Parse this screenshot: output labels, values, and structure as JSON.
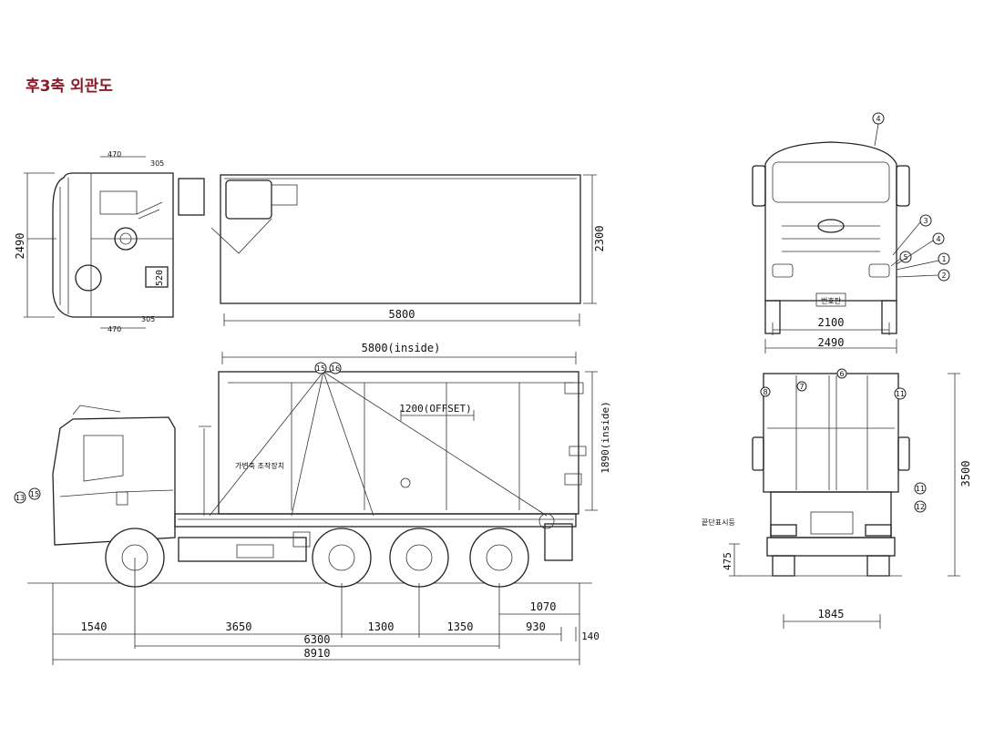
{
  "title": "후3축 외관도",
  "colors": {
    "title": "#8b1a2b",
    "line": "#222222"
  },
  "top_view": {
    "width_dim": "2490",
    "body_width_dim": "2300",
    "body_length_dim": "5800",
    "small_dim": "520",
    "tiny_dims": [
      "470",
      "305",
      "470",
      "305"
    ]
  },
  "side_view": {
    "inside_length": "5800(inside)",
    "offset": "1200(OFFSET)",
    "inside_height": "1890(inside)",
    "label_device": "가변축 조작장치",
    "dims": {
      "front_overhang": "1540",
      "wheelbase_1": "3650",
      "axle_1": "1300",
      "axle_2": "1350",
      "wheelbase": "6300",
      "overall": "8910",
      "rear_1070": "1070",
      "rear_930": "930",
      "rear_140": "140"
    },
    "bubbles": [
      "15",
      "16",
      "13",
      "15"
    ]
  },
  "front_view": {
    "track_dim": "2100",
    "width_dim": "2490",
    "plate": "번호판",
    "bubbles": [
      "4",
      "3",
      "4",
      "5",
      "1",
      "2"
    ]
  },
  "rear_view": {
    "height_dim": "3500",
    "ground_dim": "475",
    "track_dim": "1845",
    "label_lamp": "끝단표시등",
    "bubbles": [
      "11",
      "12",
      "8",
      "7",
      "6",
      "11"
    ]
  }
}
